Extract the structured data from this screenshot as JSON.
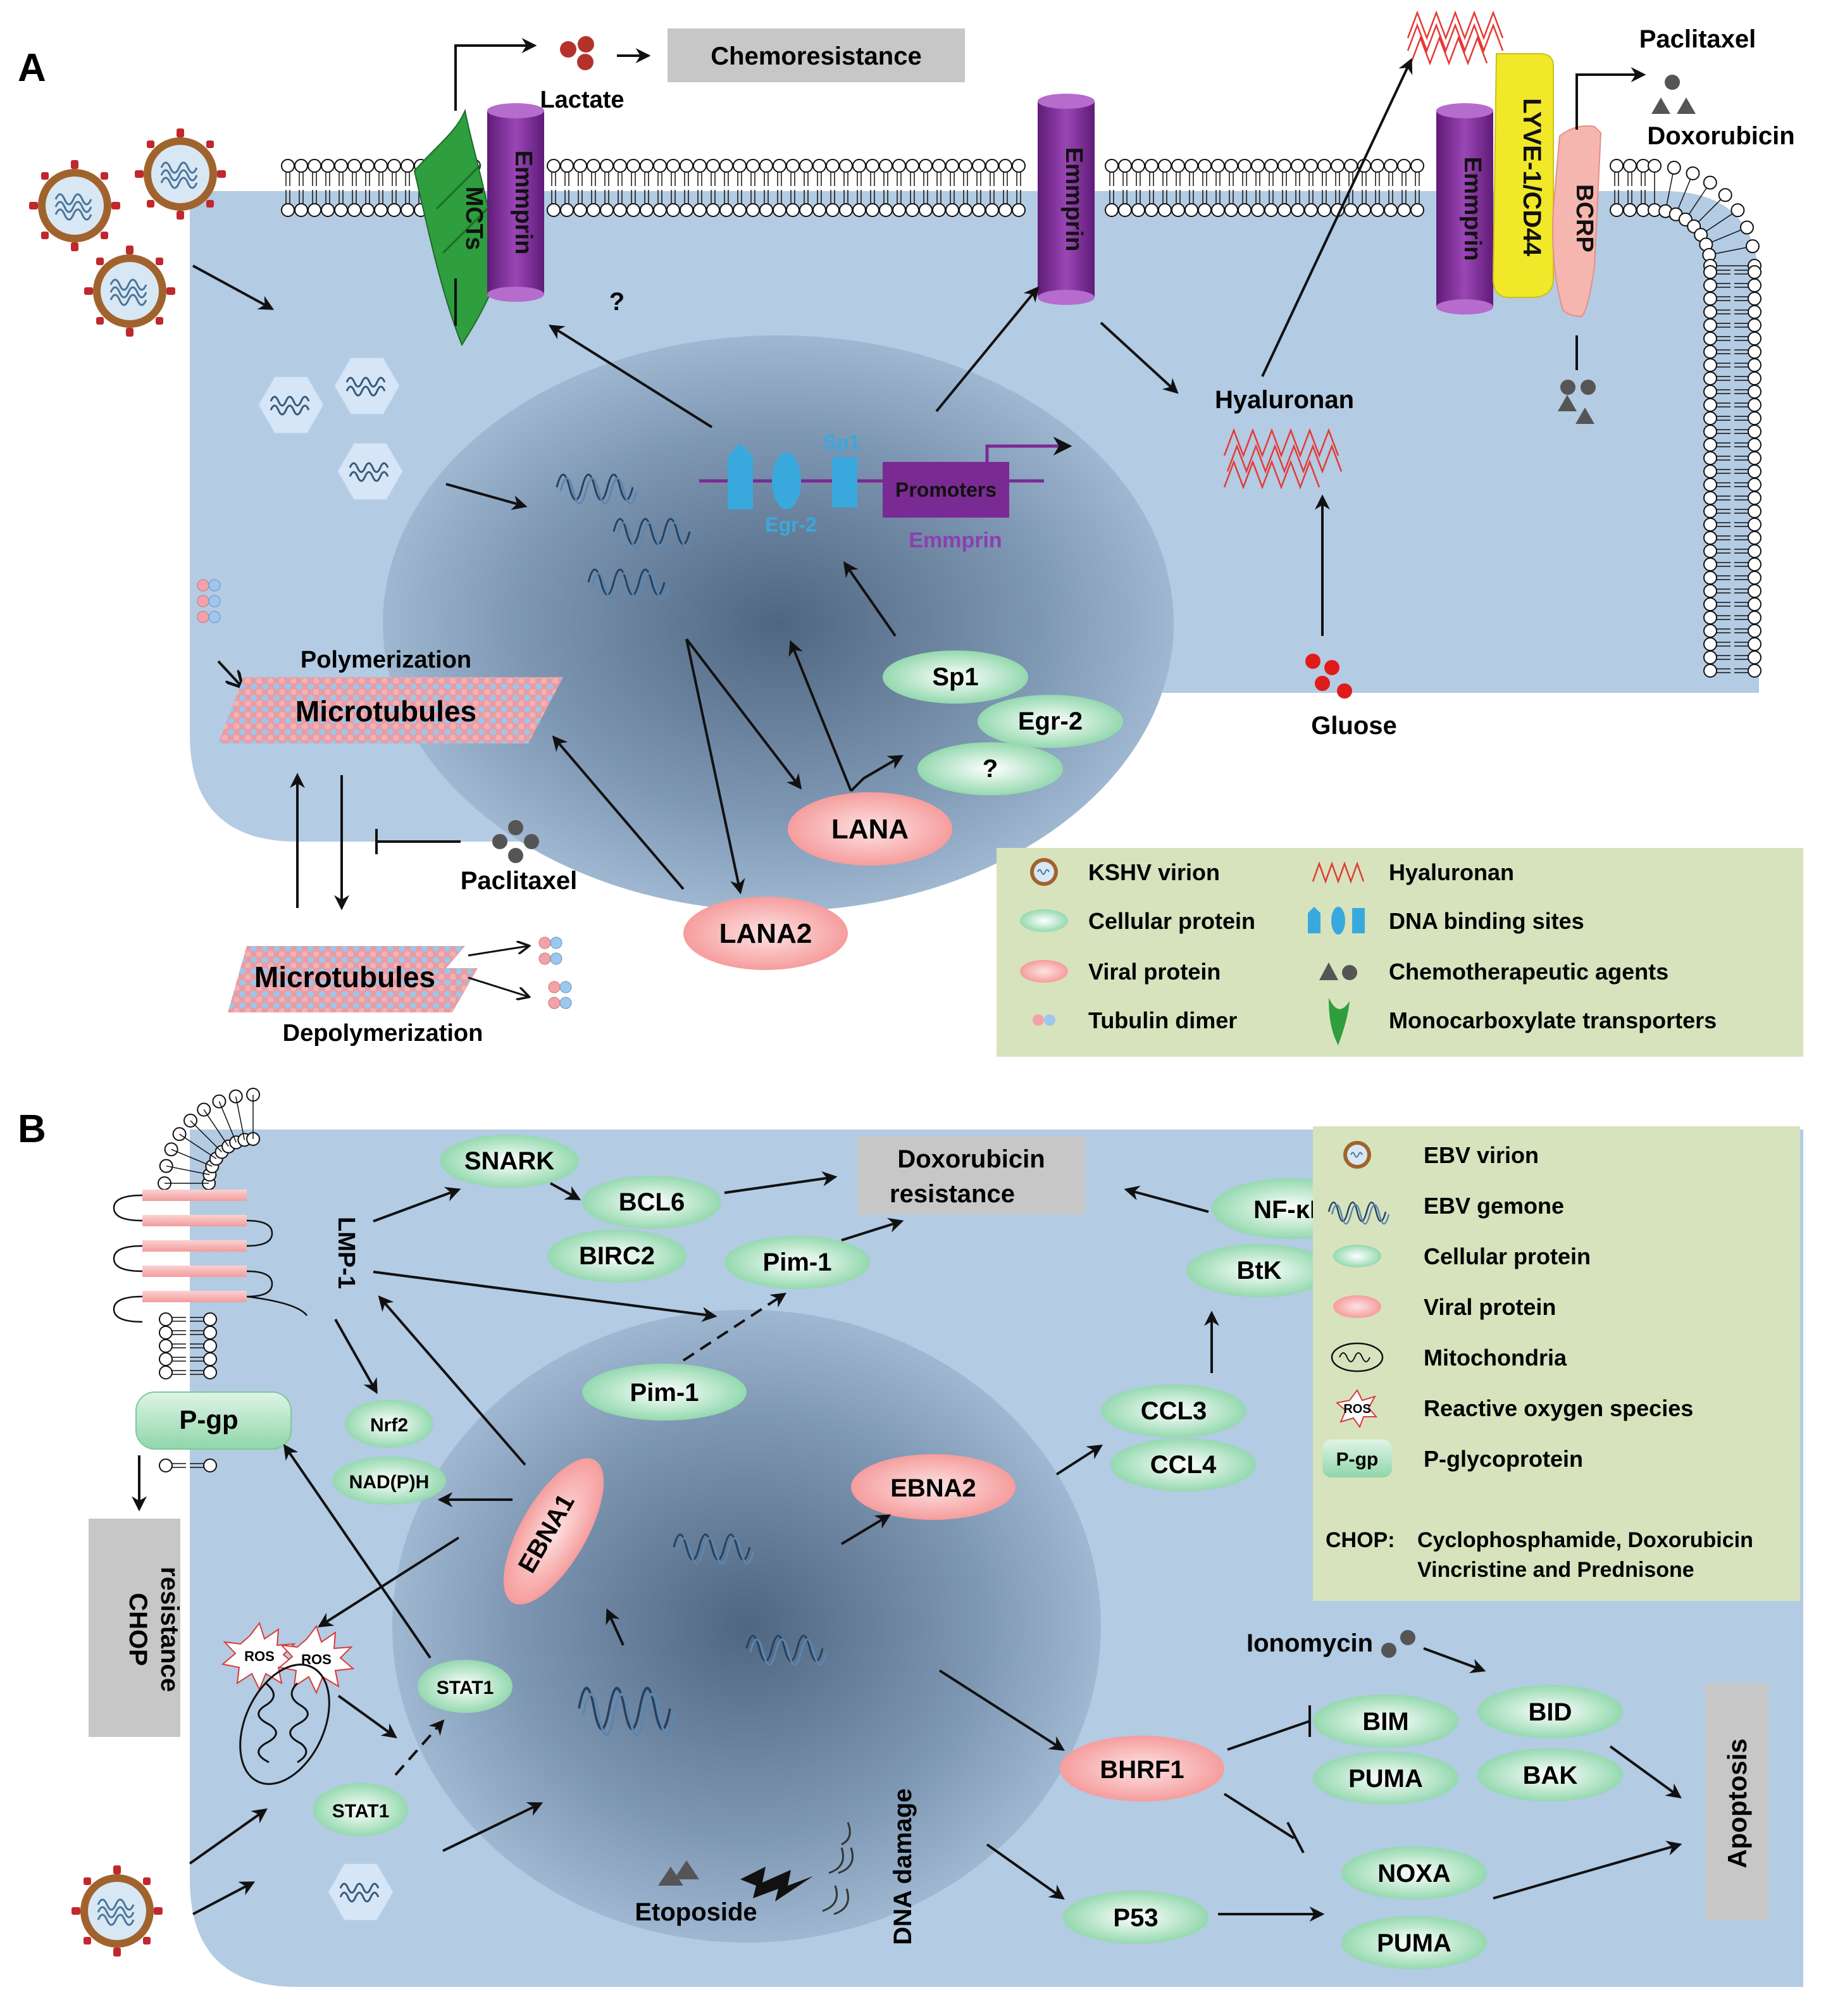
{
  "panel_a": {
    "label": "A",
    "chemoresistance": "Chemoresistance",
    "lactate": "Lactate",
    "mcts": "MCTs",
    "emmprin": "Emmprin",
    "lyve_cd44": "LYVE-1/CD44",
    "bcrp": "BCRP",
    "paclitaxel_out": "Paclitaxel",
    "doxorubicin_out": "Doxorubicin",
    "question_top": "?",
    "hyaluronan": "Hyaluronan",
    "glucose": "Gluose",
    "sp1_site": "Sp1",
    "egr2_site": "Egr-2",
    "promoters": "Promoters",
    "emmprin_gene": "Emmprin",
    "sp1": "Sp1",
    "egr2": "Egr-2",
    "question_protein": "?",
    "lana": "LANA",
    "lana2": "LANA2",
    "polymerization": "Polymerization",
    "microtubules_top": "Microtubules",
    "microtubules_bottom": "Microtubules",
    "depolymerization": "Depolymerization",
    "paclitaxel": "Paclitaxel",
    "legend": [
      {
        "icon": "virion-icon",
        "label": "KSHV virion"
      },
      {
        "icon": "hyaluronan-icon",
        "label": "Hyaluronan"
      },
      {
        "icon": "cellular-protein-icon",
        "label": "Cellular protein"
      },
      {
        "icon": "dna-binding-icon",
        "label": "DNA binding sites"
      },
      {
        "icon": "viral-protein-icon",
        "label": "Viral protein"
      },
      {
        "icon": "chemo-agent-icon",
        "label": "Chemotherapeutic agents"
      },
      {
        "icon": "tubulin-dimer-icon",
        "label": "Tubulin dimer"
      },
      {
        "icon": "mct-icon",
        "label": "Monocarboxylate transporters"
      }
    ]
  },
  "panel_b": {
    "label": "B",
    "lmp1": "LMP-1",
    "pgp": "P-gp",
    "chop_resistance": [
      "CHOP",
      "resistance"
    ],
    "snark": "SNARK",
    "bcl6": "BCL6",
    "birc2": "BIRC2",
    "doxorubicin_resistance": [
      "Doxorubicin",
      "resistance"
    ],
    "pim1_top": "Pim-1",
    "pim1_nuc": "Pim-1",
    "nfkb": "NF-κB",
    "btk": "BtK",
    "ccl3": "CCL3",
    "ccl4": "CCL4",
    "nrf2": "Nrf2",
    "nadph": "NAD(P)H",
    "ebna1": "EBNA1",
    "ebna2": "EBNA2",
    "ros": "ROS",
    "stat1_top": "STAT1",
    "stat1_bottom": "STAT1",
    "etoposide": "Etoposide",
    "dna_damage": "DNA damage",
    "bhrf1": "BHRF1",
    "p53": "P53",
    "ionomycin": "Ionomycin",
    "bim": "BIM",
    "bid": "BID",
    "puma_top": "PUMA",
    "bak": "BAK",
    "noxa": "NOXA",
    "puma_bottom": "PUMA",
    "apoptosis": "Apoptosis",
    "legend": [
      {
        "icon": "virion-icon",
        "label": "EBV virion"
      },
      {
        "icon": "genome-icon",
        "label": "EBV gemone"
      },
      {
        "icon": "cellular-protein-icon",
        "label": "Cellular protein"
      },
      {
        "icon": "viral-protein-icon",
        "label": "Viral protein"
      },
      {
        "icon": "mitochondria-icon",
        "label": "Mitochondria"
      },
      {
        "icon": "ros-icon",
        "label": "Reactive oxygen species"
      },
      {
        "icon": "pgp-icon",
        "label": "P-glycoprotein"
      }
    ],
    "legend_ros": "ROS",
    "legend_pgp": "P-gp",
    "chop_key": "CHOP:",
    "chop_def": [
      "Cyclophosphamide, Doxorubicin",
      "Vincristine and Prednisone"
    ]
  },
  "colors": {
    "cell": "#b3cbe3",
    "nucleus": "#6d86a3",
    "cellular_protein": "#a8e0bc",
    "viral_protein": "#f6a9a9",
    "legend_bg": "#d7e3bd",
    "box_gray": "#c7c7c7",
    "emmprin": "#7a2a93",
    "mct": "#2e9e3e",
    "lyve": "#f1e82a",
    "bcrp": "#f6b6b0",
    "dna_site": "#39a9dd",
    "hyaluronan": "#e53935"
  }
}
